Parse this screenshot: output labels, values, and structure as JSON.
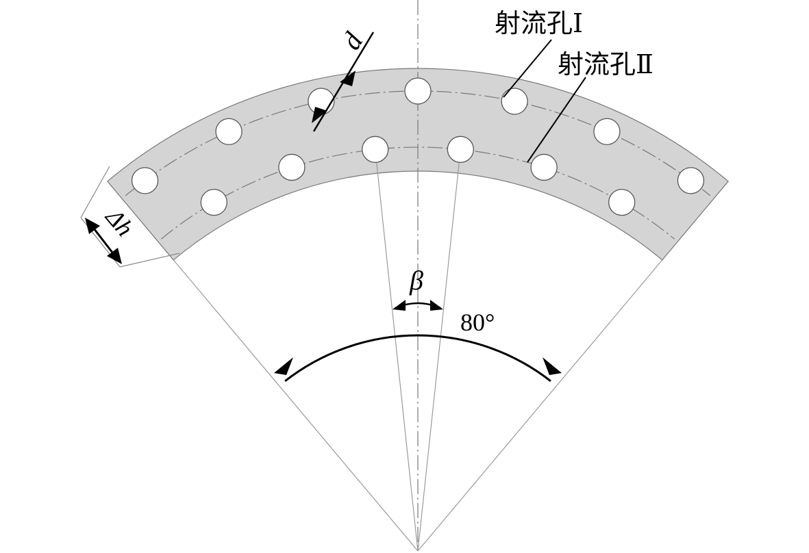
{
  "labels": {
    "hole_I": "射流孔Ⅰ",
    "hole_II": "射流孔Ⅱ",
    "diameter": "d",
    "thickness": "Δh",
    "pitch_angle": "β",
    "sector_angle": "80°"
  },
  "geometry": {
    "sector_angle_deg": 80,
    "outer_row_holes": 7,
    "inner_row_holes": 6
  },
  "colors": {
    "band_fill": "#d4d4d4",
    "line": "#000000",
    "thin_line": "#888888"
  }
}
